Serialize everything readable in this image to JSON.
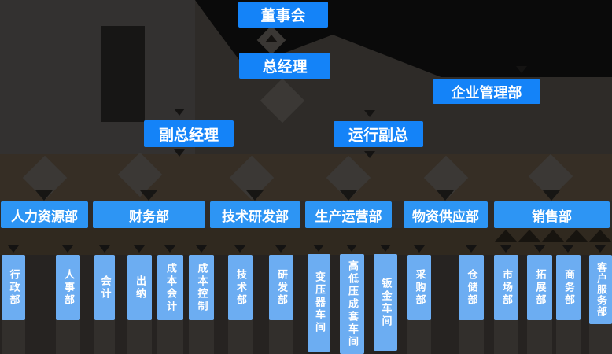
{
  "colors": {
    "background": "#2e2b28",
    "box_primary_blue": "#1483f8",
    "box_row_blue": "#2d95f4",
    "box_light_blue": "#6cadf2",
    "text": "#ffffff",
    "connector_dark": "#171614"
  },
  "org": {
    "board": "董事会",
    "general_manager": "总经理",
    "enterprise_mgmt": "企业管理部",
    "deputy_gm": "副总经理",
    "operations_deputy": "运行副总",
    "departments": {
      "hr": "人力资源部",
      "finance": "财务部",
      "rnd": "技术研发部",
      "production": "生产运营部",
      "supply": "物资供应部",
      "sales": "销售部"
    },
    "subdepartments": {
      "admin": "行政部",
      "personnel": "人事部",
      "accounting": "会计",
      "cashier": "出纳",
      "cost_accounting": "成本会计",
      "cost_control": "成本控制",
      "tech": "技术部",
      "rd": "研发部",
      "transformer_shop": "变压器车间",
      "hv_lv_shop": "高低压成套车间",
      "sheet_metal_shop": "钣金车间",
      "purchasing": "采购部",
      "warehouse": "仓储部",
      "marketing": "市场部",
      "expansion": "拓展部",
      "business": "商务部",
      "customer_service": "客户服务部"
    }
  }
}
